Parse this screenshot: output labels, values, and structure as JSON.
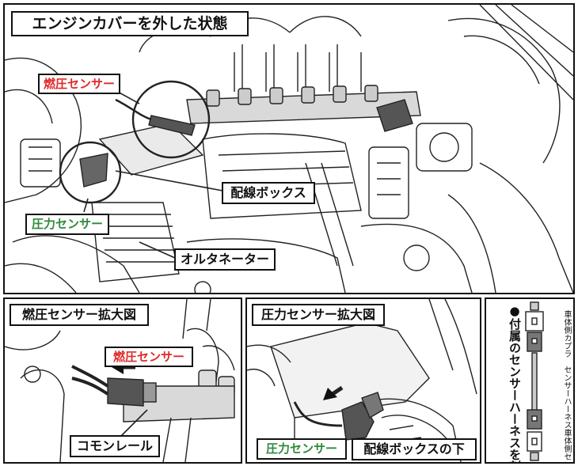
{
  "main_panel": {
    "title": "エンジンカバーを外した状態",
    "fuel_sensor_label": "燃圧センサー",
    "wiring_box_label": "配線ボックス",
    "pressure_sensor_label": "圧力センサー",
    "alternator_label": "オルタネーター"
  },
  "fuel_zoom_panel": {
    "title": "燃圧センサー拡大図",
    "fuel_sensor_label": "燃圧センサー",
    "common_rail_label": "コモンレール"
  },
  "pressure_zoom_panel": {
    "title": "圧力センサー拡大図",
    "pressure_sensor_label": "圧力センサー",
    "under_box_label": "配線ボックスの下"
  },
  "harness_panel": {
    "instruction": "●付属のセンサーハーネスを割り込ませる",
    "vehicle_coupler_label": "車体側カプラ",
    "sensor_harness_label": "センサーハーネス",
    "vehicle_sensor_label": "車体側センサ"
  },
  "colors": {
    "fuel_label_text": "#e02a2a",
    "pressure_label_text": "#2e8b3a",
    "line_art": "#111111"
  }
}
